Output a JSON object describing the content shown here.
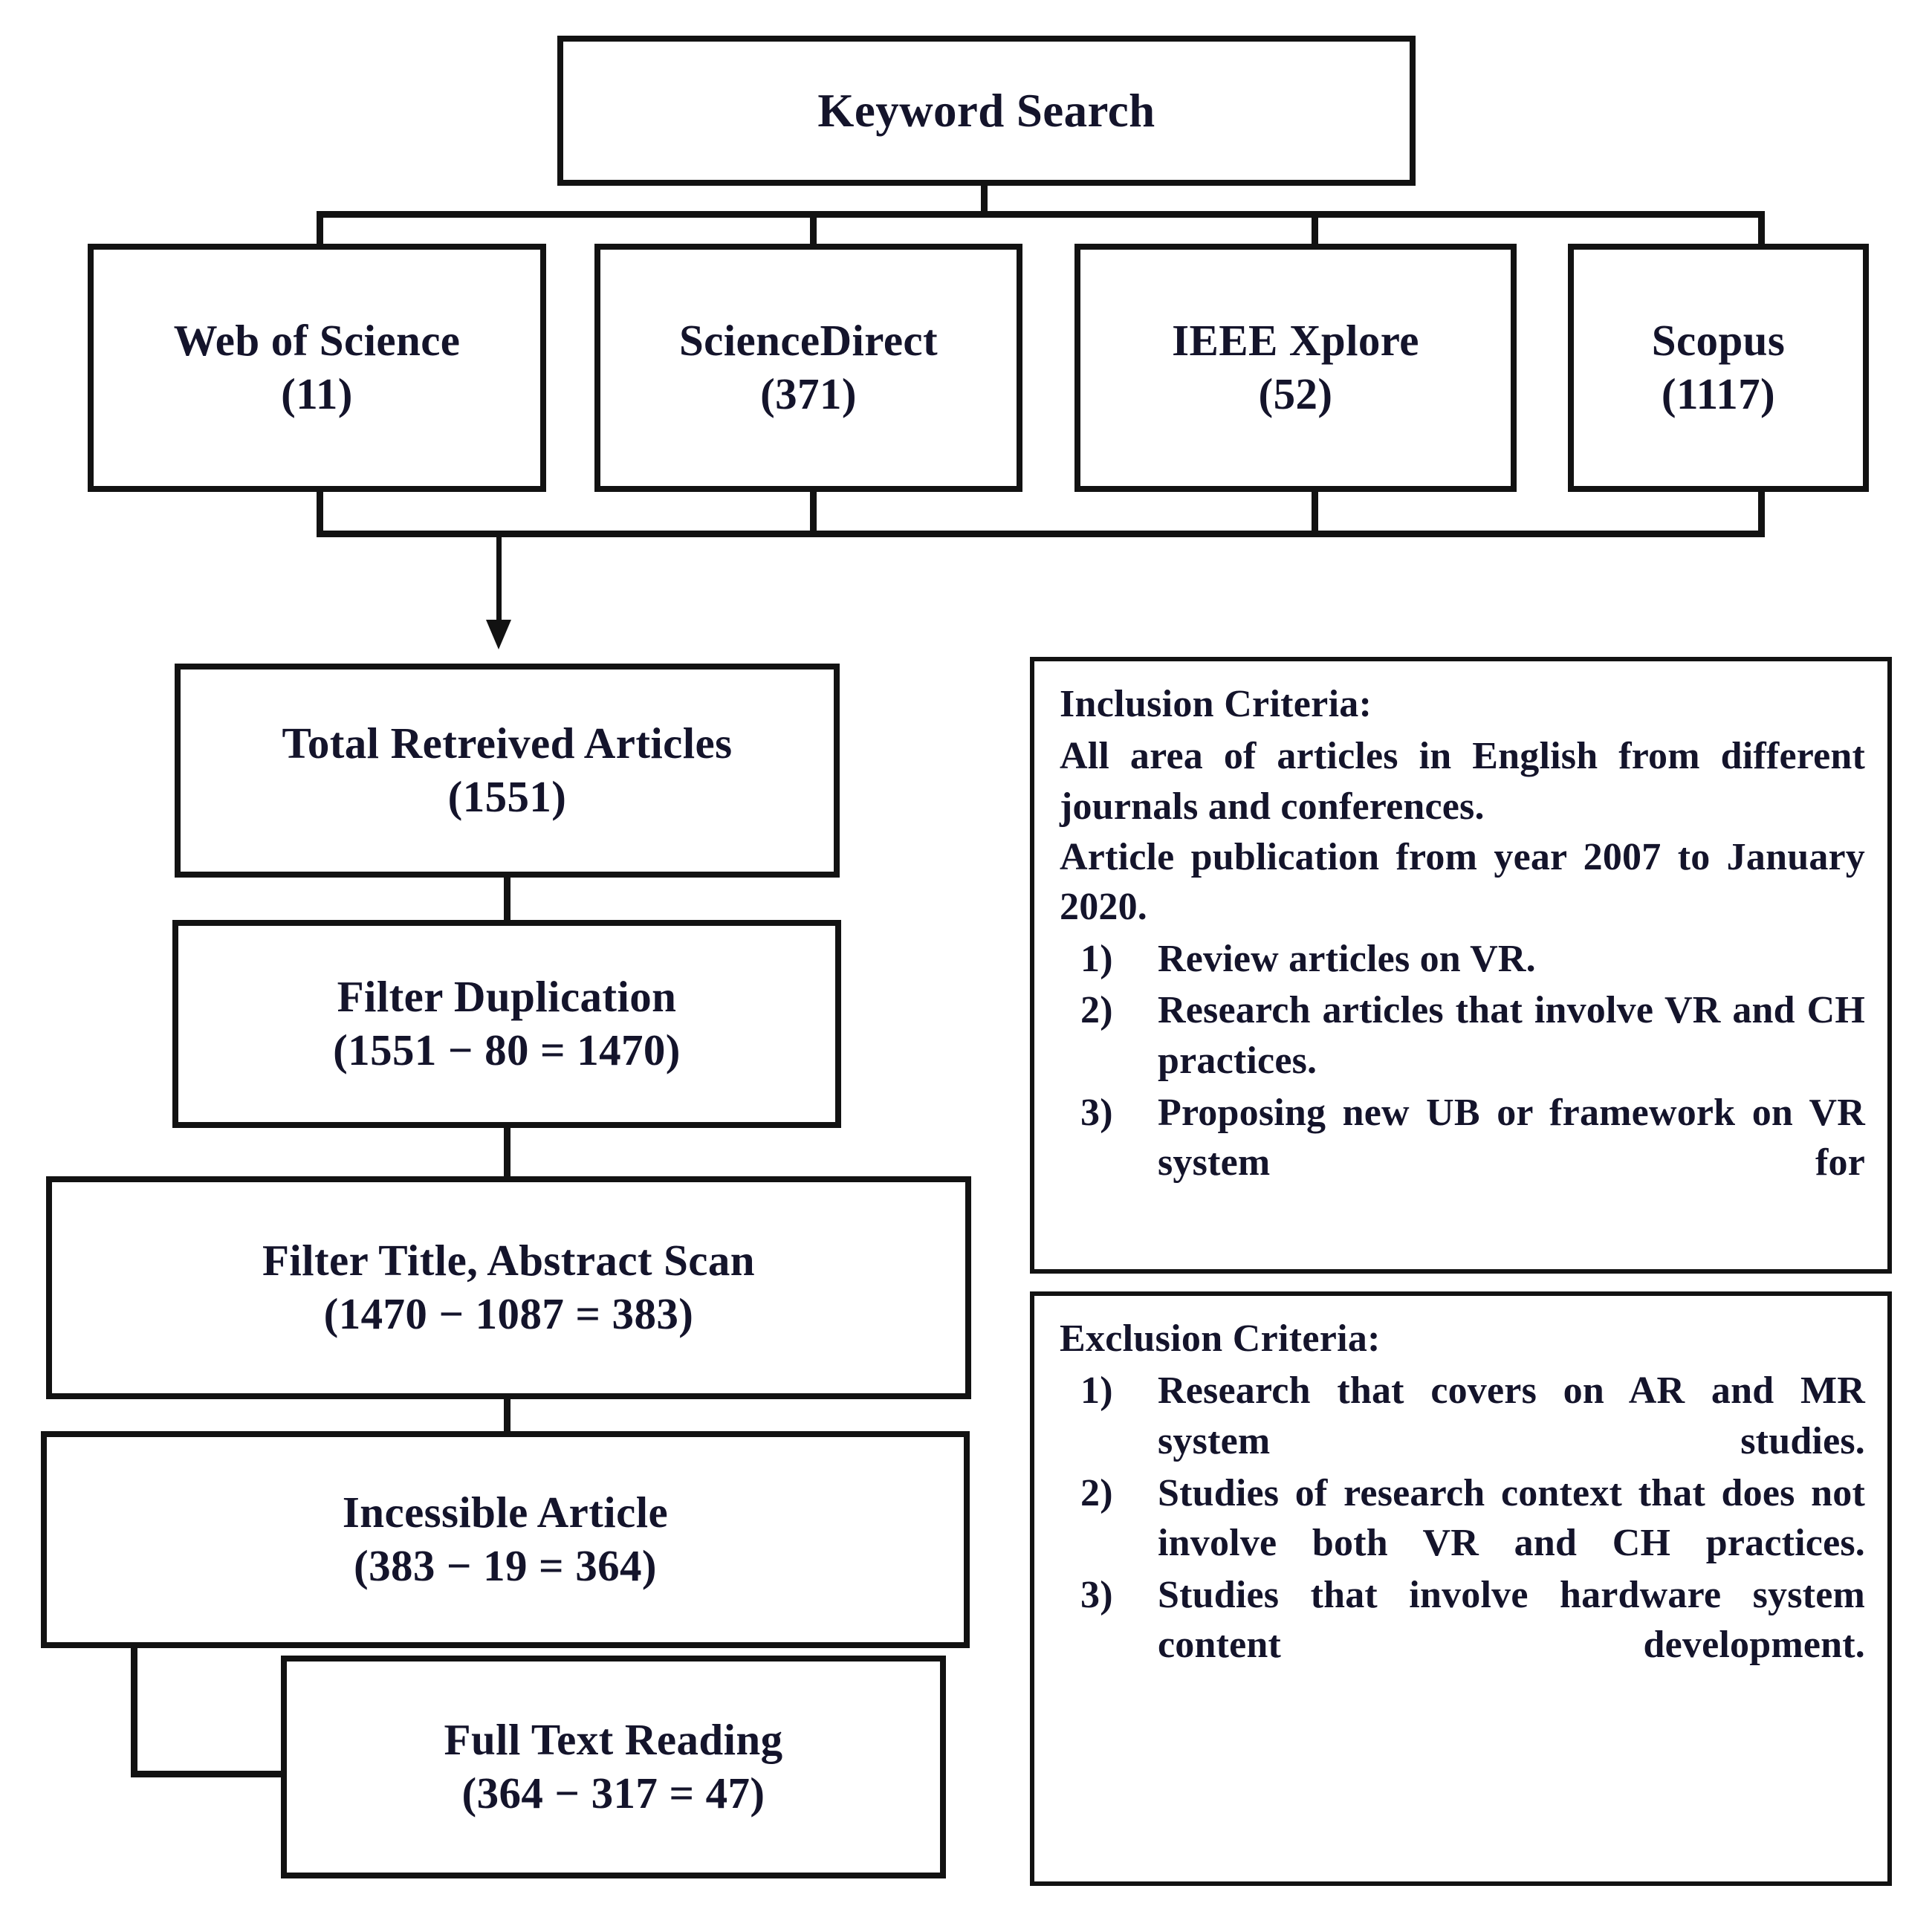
{
  "diagram": {
    "title": "Article selection flow diagram",
    "colors": {
      "line": "#121212",
      "text": "#14142b",
      "background": "#ffffff"
    }
  },
  "nodes": {
    "keyword_search": {
      "label": "Keyword Search"
    },
    "databases": [
      {
        "name": "Web of Science",
        "count": "(11)"
      },
      {
        "name": "ScienceDirect",
        "count": "(371)"
      },
      {
        "name": "IEEE Xplore",
        "count": "(52)"
      },
      {
        "name": "Scopus",
        "count": "(1117)"
      }
    ],
    "steps": [
      {
        "name": "Total Retreived Articles",
        "count": "(1551)"
      },
      {
        "name": "Filter Duplication",
        "count": "(1551 −  80 = 1470)"
      },
      {
        "name": "Filter Title, Abstract Scan",
        "count": "(1470 −  1087 = 383)"
      },
      {
        "name": "Incessible Article",
        "count": "(383 − 19 = 364)"
      },
      {
        "name": "Full Text Reading",
        "count": "(364 − 317 = 47)"
      }
    ]
  },
  "inclusion": {
    "heading": "Inclusion Criteria:",
    "paragraphs": [
      "All area of articles in English from different journals and conferences.",
      "Article publication from year 2007 to January 2020."
    ],
    "items": [
      {
        "num": "1)",
        "text": "Review articles on VR."
      },
      {
        "num": "2)",
        "text": "Research articles that involve VR and CH practices."
      },
      {
        "num": "3)",
        "text": "Proposing new UB or framework on VR system for"
      }
    ]
  },
  "exclusion": {
    "heading": "Exclusion Criteria:",
    "items": [
      {
        "num": "1)",
        "text": "Research that covers on AR and MR system studies."
      },
      {
        "num": "2)",
        "text": "Studies of research context that does not involve both VR and CH practices."
      },
      {
        "num": "3)",
        "text": "Studies that involve hardware system content development."
      }
    ]
  }
}
